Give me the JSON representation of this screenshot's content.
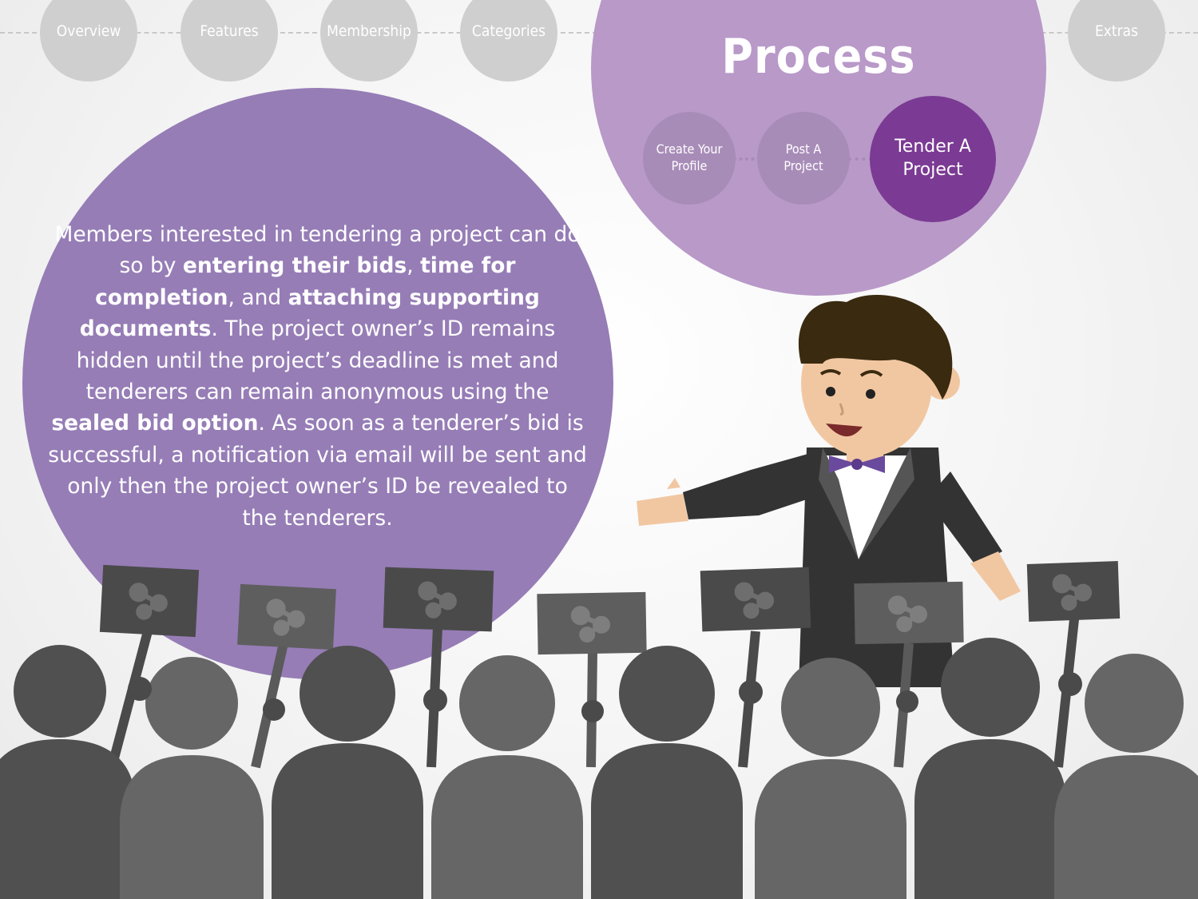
{
  "nav": {
    "items": [
      {
        "label": "Overview"
      },
      {
        "label": "Features"
      },
      {
        "label": "Membership"
      },
      {
        "label": "Categories"
      },
      {
        "label": "Extras"
      }
    ]
  },
  "process": {
    "title": "Process",
    "steps": [
      {
        "label": "Create Your\nProfile"
      },
      {
        "label": "Post A\nProject"
      },
      {
        "label": "Tender A\nProject"
      }
    ]
  },
  "description": {
    "segments": [
      {
        "text": "Members interested in tendering a project can do so by ",
        "bold": false
      },
      {
        "text": "entering their bids",
        "bold": true
      },
      {
        "text": ", ",
        "bold": false
      },
      {
        "text": "time for completion",
        "bold": true
      },
      {
        "text": ", and ",
        "bold": false
      },
      {
        "text": "attaching supporting documents",
        "bold": true
      },
      {
        "text": ". The project owner’s ID remains hidden until the project’s deadline is met and tenderers can remain anonymous using the ",
        "bold": false
      },
      {
        "text": "sealed bid option",
        "bold": true
      },
      {
        "text": ". As soon as a tenderer’s bid is successful, a notification via email will be sent and only then the project owner’s ID be revealed to the tenderers.",
        "bold": false
      }
    ]
  },
  "icons": {
    "bid_sign": "share-icon"
  },
  "colors": {
    "bubble": "#967db6",
    "process_circle": "#b899c8",
    "active_step": "#7b3a93",
    "nav_dot": "#cfcfcf",
    "crowd_dark": "#505050",
    "crowd_light": "#666666"
  }
}
